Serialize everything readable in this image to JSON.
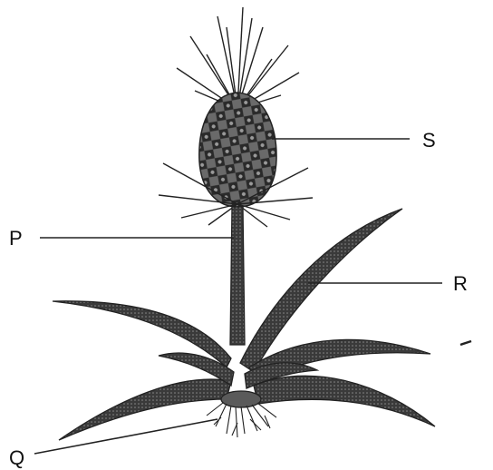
{
  "diagram": {
    "labels": {
      "p": "P",
      "q": "Q",
      "r": "R",
      "s": "S"
    },
    "colors": {
      "ink": "#222222",
      "leaf_fill": "#5a5a5a",
      "fruit_fill": "#4a4a4a",
      "background": "#ffffff"
    }
  }
}
